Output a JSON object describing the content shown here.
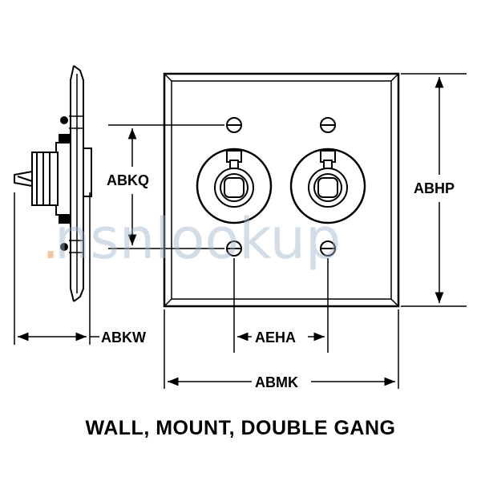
{
  "dimensions": {
    "abkq": "ABKQ",
    "abhp": "ABHP",
    "abkw": "ABKW",
    "aeha": "AEHA",
    "abmk": "ABMK"
  },
  "caption": "WALL, MOUNT, DOUBLE GANG",
  "watermark": {
    "dot": ".",
    "text": "nsnlookup"
  },
  "colors": {
    "line": "#000000",
    "watermark": "#9fb4cc"
  }
}
